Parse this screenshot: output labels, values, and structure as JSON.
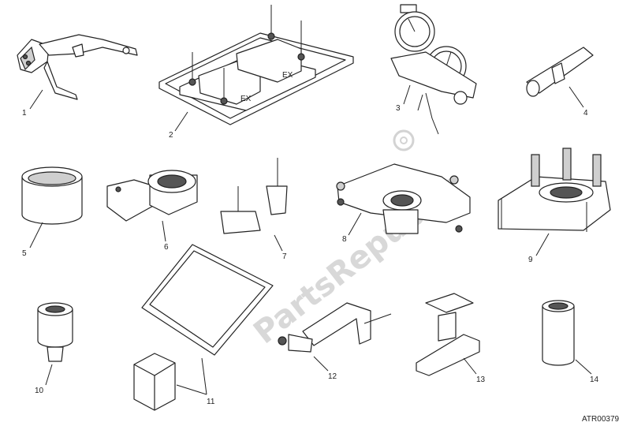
{
  "diagram": {
    "watermark": "PartsRepublik",
    "drawing_code": "ATR00379",
    "callouts": [
      "1",
      "2",
      "3",
      "4",
      "5",
      "6",
      "7",
      "8",
      "9",
      "10",
      "11",
      "12",
      "13",
      "14"
    ],
    "ex_label": "EX"
  }
}
